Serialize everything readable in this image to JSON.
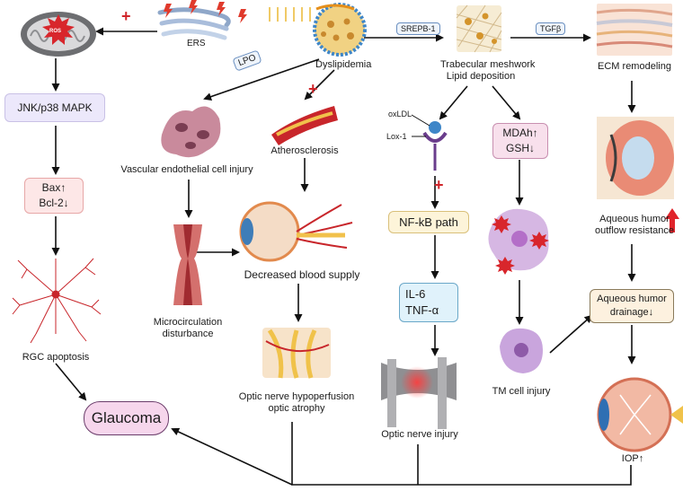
{
  "labels": {
    "ers": "ERS",
    "lpo": "LPO",
    "dyslipidemia": "Dyslipidemia",
    "srepb1": "SREPB-1",
    "tgfb": "TGFβ",
    "trabecular_line1": "Trabecular meshwork",
    "trabecular_line2": "Lipid deposition",
    "ecm": "ECM remodeling",
    "ros": "ROS",
    "jnk": "JNK/p38 MAPK",
    "bax": "Bax↑",
    "bcl2": "Bcl-2↓",
    "rgc": "RGC apoptosis",
    "glaucoma": "Glaucoma",
    "vascular": "Vascular endothelial cell injury",
    "micro_line1": "Microcirculation",
    "micro_line2": "disturbance",
    "athero": "Atherosclerosis",
    "decreased": "Decreased blood supply",
    "optic_hypo_line1": "Optic nerve hypoperfusion",
    "optic_hypo_line2": "optic atrophy",
    "oxldl": "oxLDL",
    "lox1": "Lox-1",
    "nfkb": "NF-kB path",
    "il6": "IL-6",
    "tnfa": "TNF-α",
    "optic_injury": "Optic nerve injury",
    "mdah": "MDAh↑",
    "gsh": "GSH↓",
    "tm_injury": "TM cell injury",
    "aq_res_line1": "Aqueous humor",
    "aq_res_line2": "outflow resistance",
    "aq_drain_line1": "Aqueous humor",
    "aq_drain_line2": "drainage↓",
    "iop": "IOP↑",
    "plus": "+"
  },
  "colors": {
    "arrow": "#111111",
    "plus": "#d0252a",
    "glaucoma_fill": "#f6d6ec",
    "jnk_fill": "#ece8fb",
    "bax_fill": "#fde7e7",
    "nfkb_fill": "#fdf4d9",
    "il6_fill": "#e0f2fb",
    "mdah_fill": "#f8e0ec",
    "aq_fill": "#fdf1df",
    "red_up": "#e0242b"
  }
}
